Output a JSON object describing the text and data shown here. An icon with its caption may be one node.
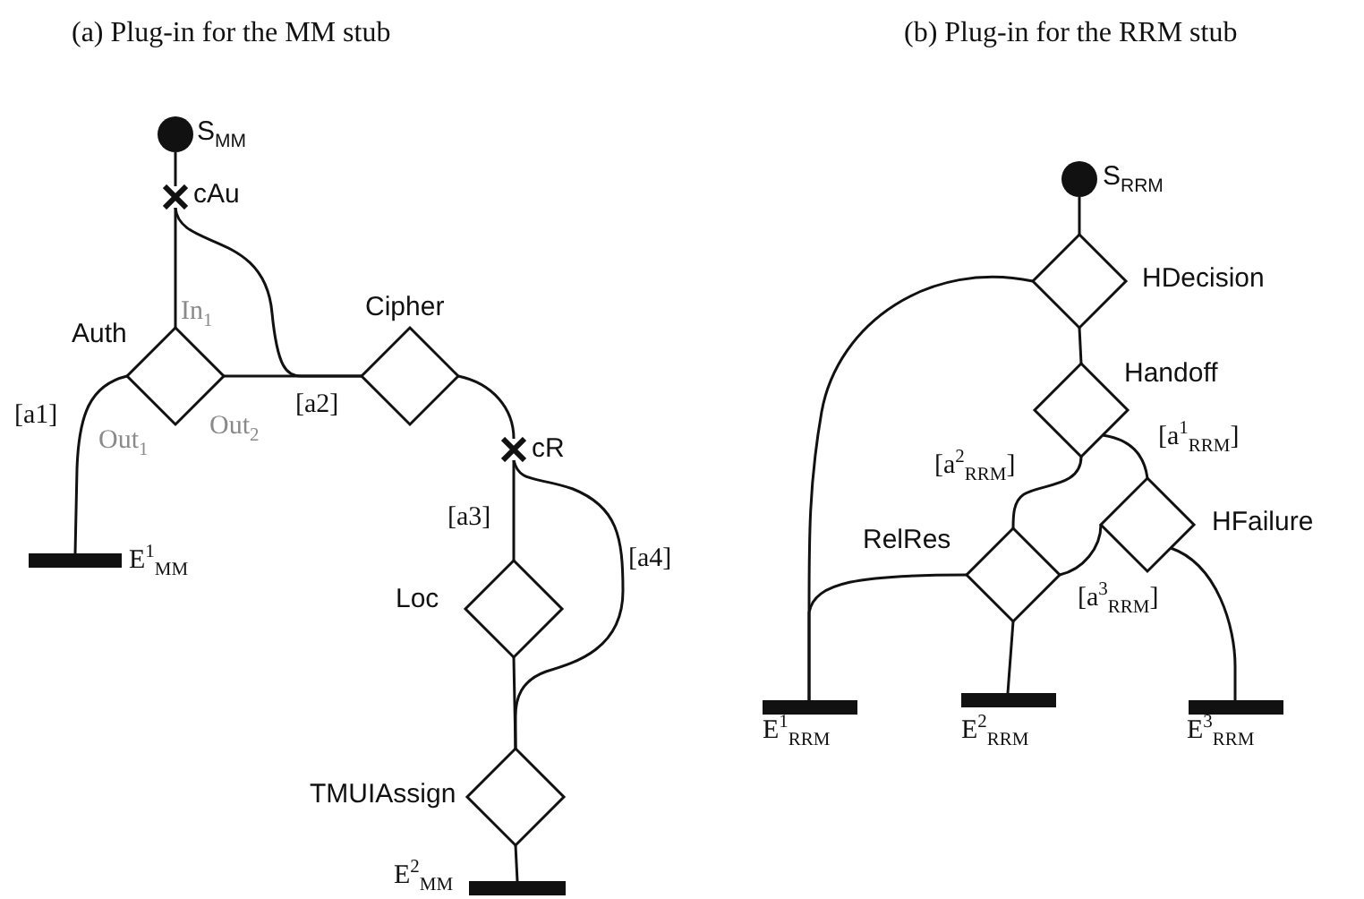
{
  "diagram": {
    "nodes": [
      {
        "text": [
          "S$_{MM}$"
        ]
      },
      {
        "text": [
          "cAu"
        ]
      },
      {
        "text": [
          "Auth"
        ],
        "beside": [
          "In$_{1}$",
          "Out$_{1}$",
          "Out$_{2}$"
        ]
      },
      {
        "text": [
          "Cipher"
        ]
      },
      {
        "text": [
          "cR"
        ]
      },
      {
        "text": [
          "E$^{1}$$_{MM}$"
        ]
      },
      {
        "text": [
          "Loc"
        ]
      },
      {
        "text": [
          "TMUIAssign"
        ]
      },
      {
        "text": [
          "E$^{2}$$_{MM}$"
        ]
      },
      {
        "text": [
          "S$_{RRM}$"
        ]
      },
      {
        "text": [
          "HDecision"
        ]
      },
      {
        "text": [
          "Handoff"
        ]
      },
      {
        "text": [
          "HFailure"
        ]
      },
      {
        "text": [
          "RelRes"
        ]
      },
      {
        "text": [
          "E$^{1}$$_{RRM}$"
        ]
      },
      {
        "text": [
          "E$^{2}$$_{RRM}$"
        ]
      },
      {
        "text": [
          "E$^{3}$$_{RRM}$"
        ]
      }
    ],
    "edges": [
      {
        "from": 0,
        "to": 1,
        "arrow": "none"
      },
      {
        "from": 1,
        "to": 2,
        "arrow": "none"
      },
      {
        "from": 1,
        "to": 3,
        "arrow": "none"
      },
      {
        "from": 2,
        "to": 3,
        "arrow": "none",
        "label": "[a2]"
      },
      {
        "from": 2,
        "to": 5,
        "arrow": "none",
        "label": "[a1]"
      },
      {
        "from": 3,
        "to": 4,
        "arrow": "none"
      },
      {
        "from": 4,
        "to": 6,
        "arrow": "none",
        "label": "[a3]"
      },
      {
        "from": 4,
        "to": 7,
        "arrow": "none",
        "label": "[a4]"
      },
      {
        "from": 6,
        "to": 7,
        "arrow": "none"
      },
      {
        "from": 7,
        "to": 8,
        "arrow": "none"
      },
      {
        "from": 9,
        "to": 10,
        "arrow": "none"
      },
      {
        "from": 10,
        "to": 11,
        "arrow": "none"
      },
      {
        "from": 10,
        "to": 14,
        "arrow": "none"
      },
      {
        "from": 11,
        "to": 13,
        "arrow": "none",
        "label": "[a$^{2}$$_{RRM}$]"
      },
      {
        "from": 11,
        "to": 12,
        "arrow": "none",
        "label": "[a$^{1}$$_{RRM}$]"
      },
      {
        "from": 12,
        "to": 13,
        "arrow": "none",
        "label": "[a$^{3}$$_{RRM}$]"
      },
      {
        "from": 13,
        "to": 14,
        "arrow": "none"
      },
      {
        "from": 13,
        "to": 15,
        "arrow": "none"
      },
      {
        "from": 12,
        "to": 16,
        "arrow": "none"
      }
    ],
    "labels": [
      "(a) Plug-in for the MM stub",
      "(b) Plug-in for the RRM stub"
    ]
  }
}
